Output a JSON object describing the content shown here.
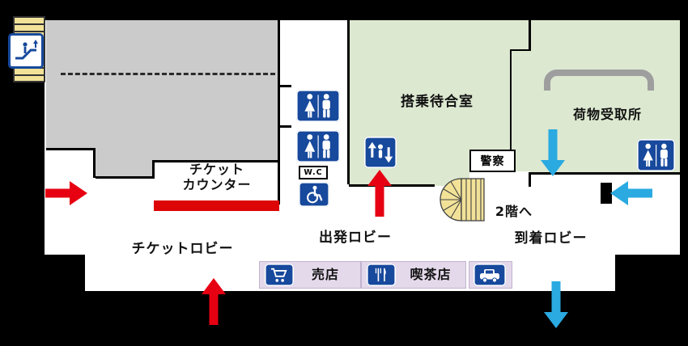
{
  "map": {
    "type": "airport-terminal-floor-map",
    "colors": {
      "background": "#000000",
      "floor": "#ffffff",
      "back_area_gray": "#cbcbcb",
      "secure_area_green": "#dce8d0",
      "shop_box_lavender": "#e4d9eb",
      "icon_blue": "#17499c",
      "counter_red": "#dd0505",
      "entry_arrow_red": "#e60012",
      "arrival_arrow_blue": "#2aaae1",
      "stairs_yellow": "#f2e298",
      "carousel_gray": "#9e9e9e"
    },
    "labels": {
      "boarding_lounge": "搭乗待合室",
      "baggage_claim": "荷物受取所",
      "police": "警察",
      "ticket_counter_line1": "チケット",
      "ticket_counter_line2": "カウンター",
      "ticket_lobby": "チケットロビー",
      "departure_lobby": "出発ロビー",
      "arrival_lobby": "到着ロビー",
      "to_second_floor": "2階へ",
      "shop": "売店",
      "cafe": "喫茶店",
      "wc": "W.C"
    },
    "icons": [
      {
        "name": "escalator-icon",
        "meaning": "escalator / stairs entrance"
      },
      {
        "name": "restroom-icon-upper",
        "meaning": "restrooms (men/women)"
      },
      {
        "name": "restroom-icon-lower",
        "meaning": "restrooms (men/women)"
      },
      {
        "name": "wc-sign",
        "meaning": "W.C sign"
      },
      {
        "name": "wheelchair-icon",
        "meaning": "accessible toilet"
      },
      {
        "name": "elevator-icon",
        "meaning": "elevator"
      },
      {
        "name": "restroom-icon-right",
        "meaning": "restrooms (men/women)"
      },
      {
        "name": "shop-cart-icon",
        "meaning": "kiosk / shop"
      },
      {
        "name": "cafe-utensils-icon",
        "meaning": "coffee shop"
      },
      {
        "name": "car-icon",
        "meaning": "car service"
      },
      {
        "name": "stairs-to-2f",
        "meaning": "staircase to 2nd floor"
      },
      {
        "name": "baggage-carousel",
        "meaning": "baggage belt"
      }
    ],
    "arrows": [
      {
        "name": "entrance-arrow-left",
        "direction": "right",
        "color": "#e60012"
      },
      {
        "name": "departure-arrow",
        "direction": "up",
        "color": "#e60012"
      },
      {
        "name": "entrance-arrow-bottom",
        "direction": "up",
        "color": "#e60012"
      },
      {
        "name": "arrival-arrow-top",
        "direction": "down",
        "color": "#2aaae1"
      },
      {
        "name": "arrival-arrow-right",
        "direction": "left",
        "color": "#2aaae1"
      },
      {
        "name": "arrival-arrow-bottom",
        "direction": "down",
        "color": "#2aaae1"
      }
    ]
  }
}
